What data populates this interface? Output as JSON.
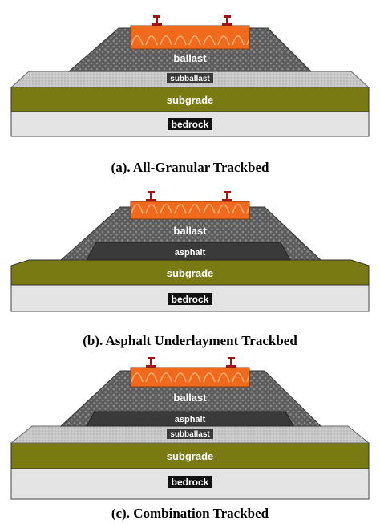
{
  "colors": {
    "ballast": "#5c5c5c",
    "ballast_dot": "#8a8a8a",
    "subballast": "#c8c8c8",
    "subgrade": "#7a7a12",
    "bedrock": "#e4e4e4",
    "asphalt": "#3a3a3a",
    "ties": "#f06a1e",
    "rail": "#a01414"
  },
  "panels": [
    {
      "caption": "(a). All-Granular Trackbed",
      "labels": {
        "ballast": "ballast",
        "subballast": "subballast",
        "subgrade": "subgrade",
        "bedrock": "bedrock"
      }
    },
    {
      "caption": "(b). Asphalt Underlayment Trackbed",
      "labels": {
        "ballast": "ballast",
        "asphalt": "asphalt",
        "subgrade": "subgrade",
        "bedrock": "bedrock"
      }
    },
    {
      "caption": "(c). Combination Trackbed",
      "labels": {
        "ballast": "ballast",
        "asphalt": "asphalt",
        "subballast": "subballast",
        "subgrade": "subgrade",
        "bedrock": "bedrock"
      }
    }
  ]
}
